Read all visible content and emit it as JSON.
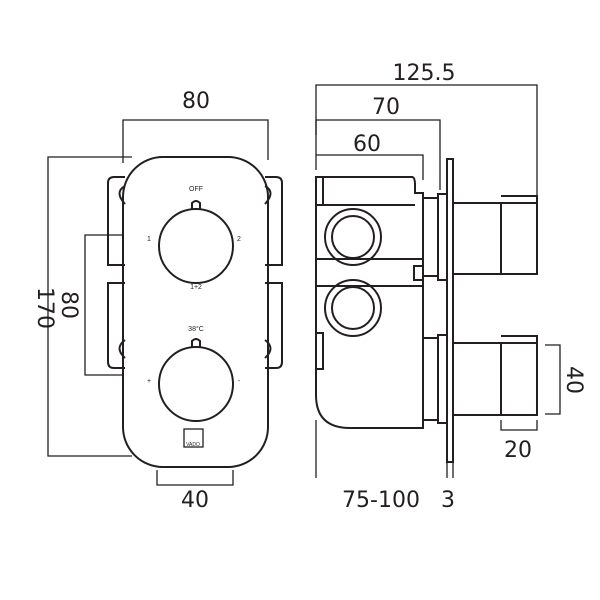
{
  "front_view": {
    "dimensions": {
      "width": "80",
      "height": "170",
      "bracket_spacing": "80",
      "bottom_width": "40"
    },
    "top_knob": {
      "label_top": "OFF",
      "label_left": "1",
      "label_right": "2",
      "label_bottom": "1+2"
    },
    "bottom_knob": {
      "label_top": "38°C",
      "label_left": "+",
      "label_right": "-"
    },
    "logo": "VADO"
  },
  "side_view": {
    "dimensions": {
      "overall_depth": "125.5",
      "depth_70": "70",
      "depth_60": "60",
      "wall_depth": "75-100",
      "plate": "3",
      "handle_height": "40",
      "handle_width": "20"
    }
  }
}
